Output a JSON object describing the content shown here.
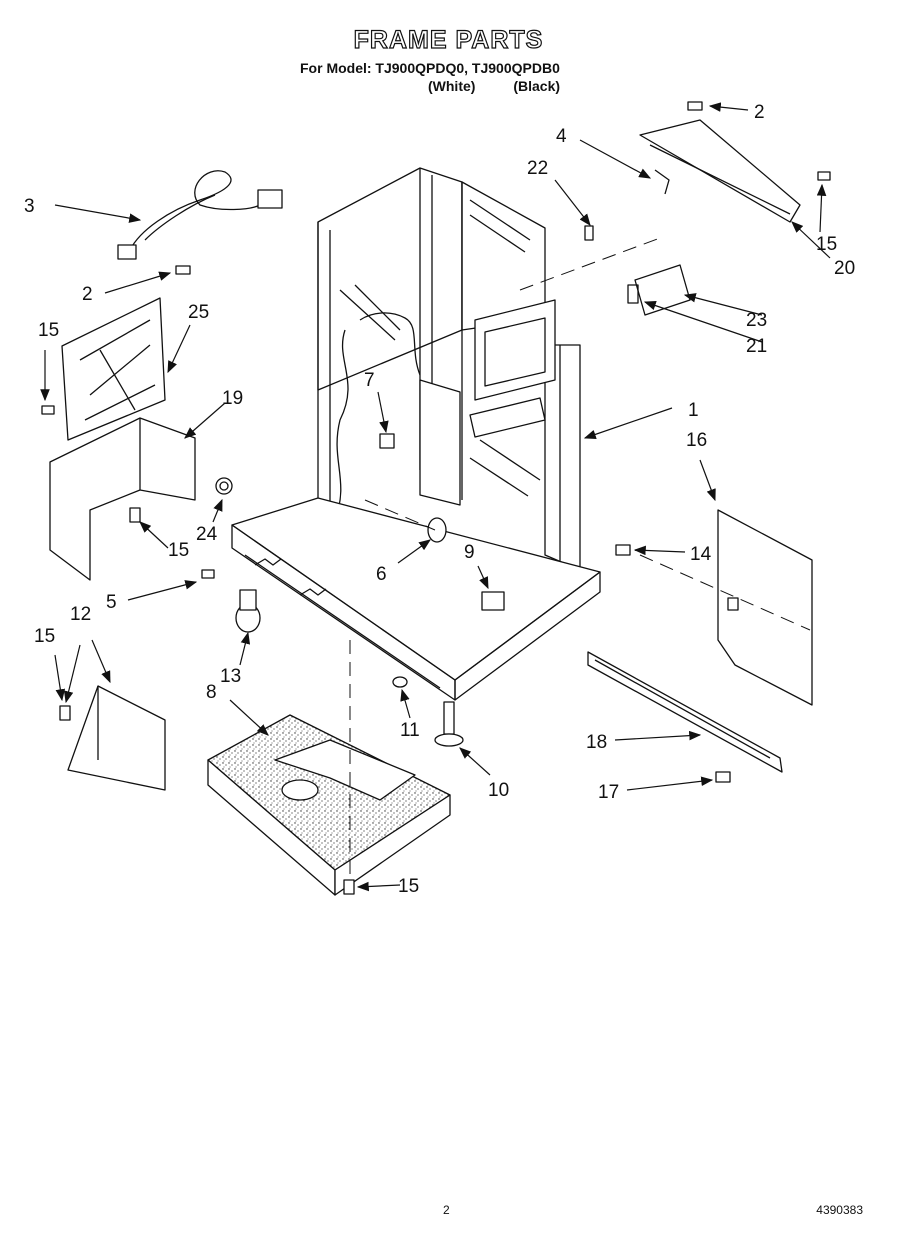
{
  "header": {
    "title": "FRAME PARTS",
    "model_line": "For Model: TJ900QPDQ0, TJ900QPDB0",
    "variant_white": "(White)",
    "variant_black": "(Black)"
  },
  "callouts": {
    "c1": "1",
    "c2a": "2",
    "c2b": "2",
    "c3": "3",
    "c4": "4",
    "c5": "5",
    "c6": "6",
    "c7": "7",
    "c8": "8",
    "c9": "9",
    "c10": "10",
    "c11": "11",
    "c12": "12",
    "c13": "13",
    "c14": "14",
    "c15a": "15",
    "c15b": "15",
    "c15c": "15",
    "c15d": "15",
    "c15e": "15",
    "c16": "16",
    "c17": "17",
    "c18": "18",
    "c19": "19",
    "c20": "20",
    "c21": "21",
    "c22": "22",
    "c23": "23",
    "c24": "24",
    "c25": "25"
  },
  "footer": {
    "page_number": "2",
    "document_number": "4390383"
  }
}
